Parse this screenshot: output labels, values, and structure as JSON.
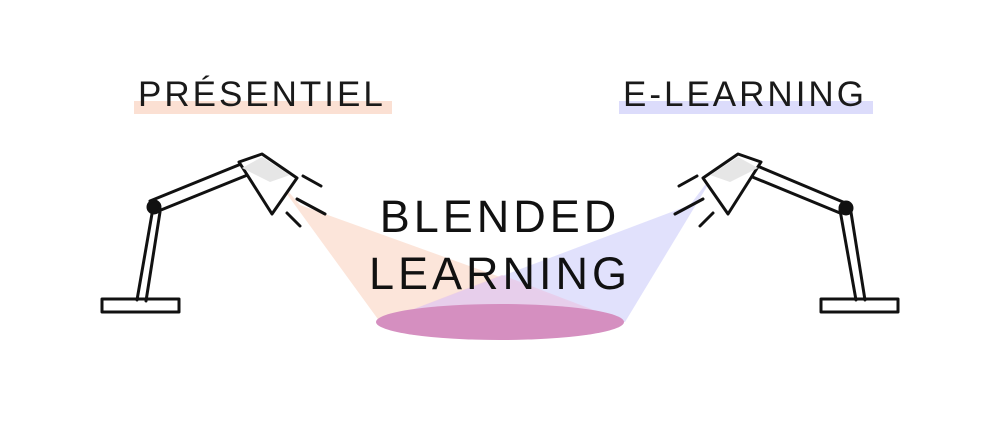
{
  "labels": {
    "left": "PRÉSENTIEL",
    "right": "E-LEARNING",
    "center_line1": "BLENDED",
    "center_line2": "LEARNING"
  },
  "colors": {
    "left_light": "#fbe0d3",
    "right_light": "#dcdcfb",
    "spot": "#d58fc0",
    "lamp_shade_fill": "#e6e6e6",
    "stroke": "#111111"
  }
}
